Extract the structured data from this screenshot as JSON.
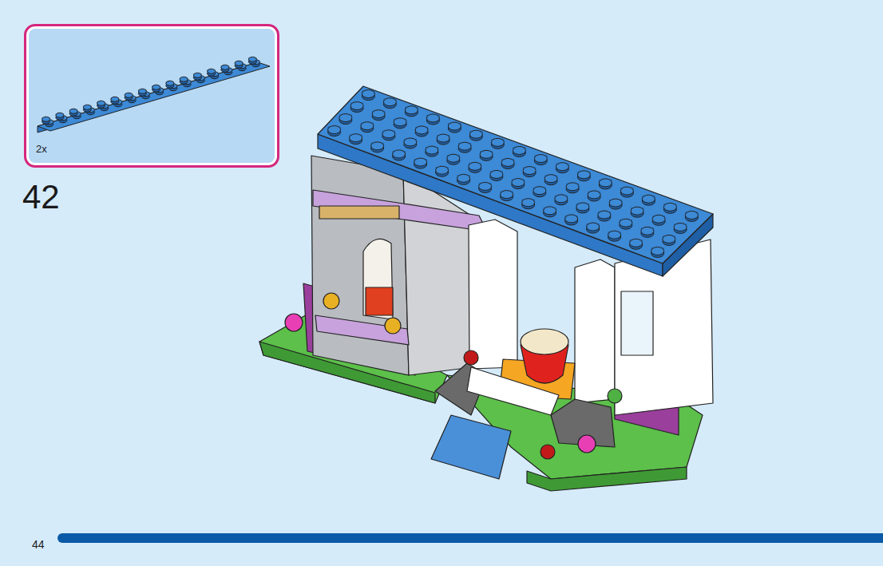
{
  "diagram": {
    "nodes": [
      {
        "text": [
          "2x"
        ]
      }
    ],
    "labels": [
      "42",
      "44"
    ]
  }
}
